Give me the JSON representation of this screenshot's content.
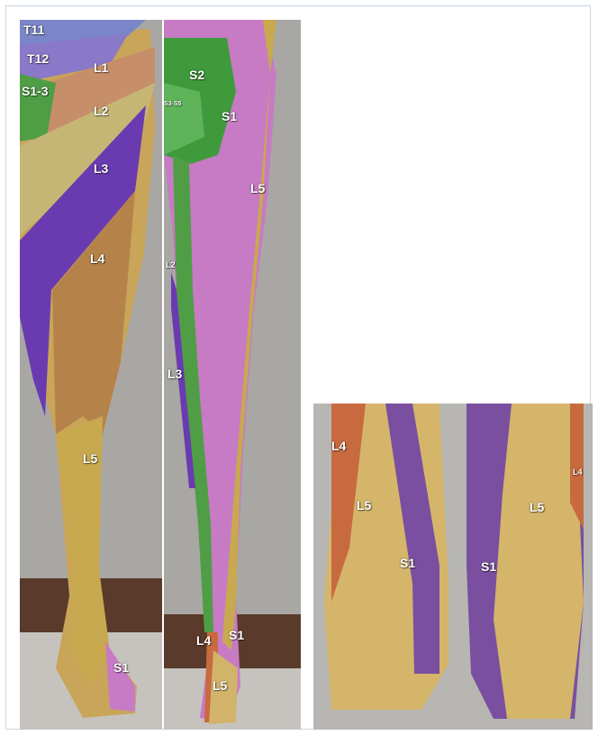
{
  "figure": {
    "panels": {
      "front_leg": {
        "labels": {
          "t11": "T11",
          "t12": "T12",
          "s13": "S1-3",
          "l1": "L1",
          "l2": "L2",
          "l3": "L3",
          "l4": "L4",
          "l5": "L5",
          "s1": "S1"
        }
      },
      "back_leg": {
        "labels": {
          "s2": "S2",
          "s3s5": "S3-S5",
          "s1": "S1",
          "l5_upper": "L5",
          "l2": "L2",
          "l3": "L3",
          "l4": "L4",
          "s1_lower": "S1",
          "l5_lower": "L5"
        }
      },
      "feet": {
        "labels": {
          "l4_left": "L4",
          "l5_left": "L5",
          "s1_left": "S1",
          "s1_right": "S1",
          "l5_right": "L5",
          "l4_right": "L4"
        }
      }
    },
    "colors": {
      "t11": "#7b86c8",
      "t12": "#8a78c8",
      "s1_3": "#4f9e46",
      "l1": "#c78e6a",
      "l2": "#c6b675",
      "l3": "#6a3bb0",
      "l4": "#b5834a",
      "l5": "#c8a94f",
      "s1": "#c77bc4",
      "s1_feet": "#7a4fa0",
      "l4_feet": "#c86a3f",
      "s2": "#3f9a3c"
    }
  }
}
